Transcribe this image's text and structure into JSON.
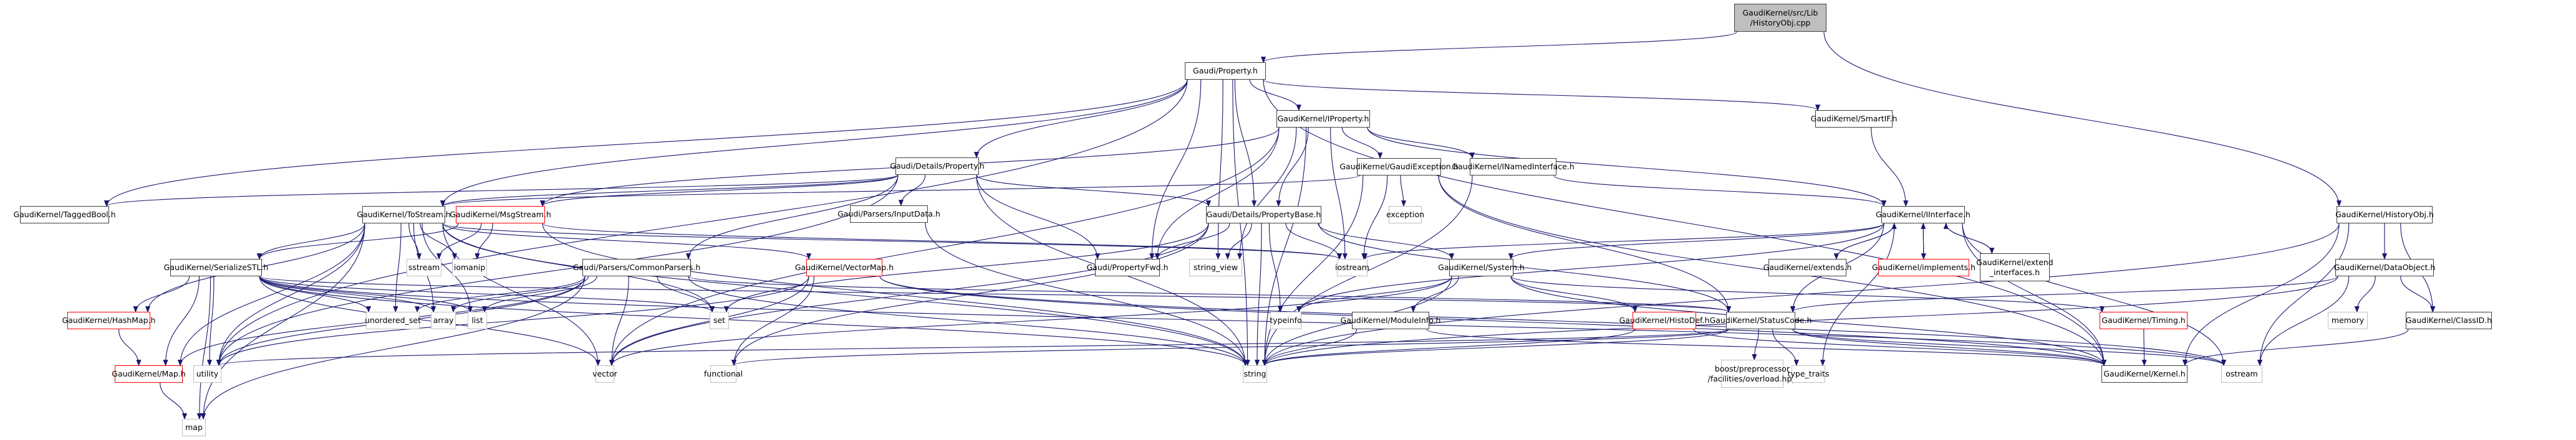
{
  "graph": {
    "title": "Include dependency graph for HistoryObj.cpp",
    "colors": {
      "edge": "#191970",
      "documented_border": "#404040",
      "system_border": "#bfbfbf",
      "truncated_border": "#ff0000",
      "root_fill": "#bfbfbf"
    },
    "nodes": [
      {
        "id": "root",
        "label": "GaudiKernel/src/Lib\n/HistoryObj.cpp",
        "kind": "root"
      },
      {
        "id": "property",
        "label": "Gaudi/Property.h",
        "kind": "doc"
      },
      {
        "id": "historyobj",
        "label": "GaudiKernel/HistoryObj.h",
        "kind": "doc"
      },
      {
        "id": "iproperty",
        "label": "GaudiKernel/IProperty.h",
        "kind": "doc"
      },
      {
        "id": "smartif",
        "label": "GaudiKernel/SmartIF.h",
        "kind": "doc"
      },
      {
        "id": "detprop",
        "label": "Gaudi/Details/Property.h",
        "kind": "doc"
      },
      {
        "id": "gaudiexc",
        "label": "GaudiKernel/GaudiException.h",
        "kind": "doc"
      },
      {
        "id": "inamed",
        "label": "GaudiKernel/INamedInterface.h",
        "kind": "doc"
      },
      {
        "id": "taggedbool",
        "label": "GaudiKernel/TaggedBool.h",
        "kind": "doc"
      },
      {
        "id": "tostream",
        "label": "GaudiKernel/ToStream.h",
        "kind": "doc"
      },
      {
        "id": "msgstream",
        "label": "GaudiKernel/MsgStream.h",
        "kind": "trunc"
      },
      {
        "id": "inputdata",
        "label": "Gaudi/Parsers/InputData.h",
        "kind": "doc"
      },
      {
        "id": "propbase",
        "label": "Gaudi/Details/PropertyBase.h",
        "kind": "doc"
      },
      {
        "id": "iinterface",
        "label": "GaudiKernel/IInterface.h",
        "kind": "doc"
      },
      {
        "id": "serializestl",
        "label": "GaudiKernel/SerializeSTL.h",
        "kind": "doc"
      },
      {
        "id": "sstream",
        "label": "sstream",
        "kind": "sys"
      },
      {
        "id": "iomanip",
        "label": "iomanip",
        "kind": "sys"
      },
      {
        "id": "commonparsers",
        "label": "Gaudi/Parsers/CommonParsers.h",
        "kind": "doc"
      },
      {
        "id": "vectormap",
        "label": "GaudiKernel/VectorMap.h",
        "kind": "trunc"
      },
      {
        "id": "propertyfwd",
        "label": "Gaudi/PropertyFwd.h",
        "kind": "doc"
      },
      {
        "id": "string_view",
        "label": "string_view",
        "kind": "sys"
      },
      {
        "id": "exception",
        "label": "exception",
        "kind": "sys"
      },
      {
        "id": "iostream",
        "label": "iostream",
        "kind": "sys"
      },
      {
        "id": "system",
        "label": "GaudiKernel/System.h",
        "kind": "doc"
      },
      {
        "id": "extends",
        "label": "GaudiKernel/extends.h",
        "kind": "doc"
      },
      {
        "id": "implements",
        "label": "GaudiKernel/implements.h",
        "kind": "trunc"
      },
      {
        "id": "extend_interfaces",
        "label": "GaudiKernel/extend\n_interfaces.h",
        "kind": "doc"
      },
      {
        "id": "dataobject",
        "label": "GaudiKernel/DataObject.h",
        "kind": "doc"
      },
      {
        "id": "hashmap",
        "label": "GaudiKernel/HashMap.h",
        "kind": "trunc"
      },
      {
        "id": "unordered_set",
        "label": "unordered_set",
        "kind": "sys"
      },
      {
        "id": "array",
        "label": "array",
        "kind": "sys"
      },
      {
        "id": "list",
        "label": "list",
        "kind": "sys"
      },
      {
        "id": "set",
        "label": "set",
        "kind": "sys"
      },
      {
        "id": "typeinfo",
        "label": "typeinfo",
        "kind": "sys"
      },
      {
        "id": "moduleinfo",
        "label": "GaudiKernel/ModuleInfo.h",
        "kind": "doc"
      },
      {
        "id": "histodef",
        "label": "GaudiKernel/HistoDef.h",
        "kind": "trunc"
      },
      {
        "id": "statuscode",
        "label": "GaudiKernel/StatusCode.h",
        "kind": "doc"
      },
      {
        "id": "timing",
        "label": "GaudiKernel/Timing.h",
        "kind": "trunc"
      },
      {
        "id": "memory",
        "label": "memory",
        "kind": "sys"
      },
      {
        "id": "classid",
        "label": "GaudiKernel/ClassID.h",
        "kind": "doc"
      },
      {
        "id": "map_h",
        "label": "GaudiKernel/Map.h",
        "kind": "trunc"
      },
      {
        "id": "utility",
        "label": "utility",
        "kind": "sys"
      },
      {
        "id": "vector",
        "label": "vector",
        "kind": "sys"
      },
      {
        "id": "functional",
        "label": "functional",
        "kind": "sys"
      },
      {
        "id": "string",
        "label": "string",
        "kind": "sys"
      },
      {
        "id": "boost_overload",
        "label": "boost/preprocessor\n/facilities/overload.hpp",
        "kind": "sys"
      },
      {
        "id": "type_traits",
        "label": "type_traits",
        "kind": "sys"
      },
      {
        "id": "kernel",
        "label": "GaudiKernel/Kernel.h",
        "kind": "doc"
      },
      {
        "id": "ostream",
        "label": "ostream",
        "kind": "sys"
      },
      {
        "id": "map",
        "label": "map",
        "kind": "sys"
      }
    ],
    "edges": [
      [
        "root",
        "property"
      ],
      [
        "root",
        "historyobj"
      ],
      [
        "property",
        "iproperty"
      ],
      [
        "property",
        "smartif"
      ],
      [
        "property",
        "detprop"
      ],
      [
        "property",
        "taggedbool"
      ],
      [
        "property",
        "tostream"
      ],
      [
        "property",
        "propbase"
      ],
      [
        "property",
        "propertyfwd"
      ],
      [
        "property",
        "string_view"
      ],
      [
        "property",
        "string"
      ],
      [
        "property",
        "utility"
      ],
      [
        "property",
        "kernel"
      ],
      [
        "iproperty",
        "gaudiexc"
      ],
      [
        "iproperty",
        "inamed"
      ],
      [
        "iproperty",
        "iinterface"
      ],
      [
        "iproperty",
        "propbase"
      ],
      [
        "iproperty",
        "propertyfwd"
      ],
      [
        "iproperty",
        "iostream"
      ],
      [
        "iproperty",
        "string"
      ],
      [
        "iproperty",
        "vector"
      ],
      [
        "iproperty",
        "msgstream"
      ],
      [
        "iproperty",
        "string_view"
      ],
      [
        "smartif",
        "iinterface"
      ],
      [
        "detprop",
        "tostream"
      ],
      [
        "detprop",
        "inputdata"
      ],
      [
        "detprop",
        "propbase"
      ],
      [
        "detprop",
        "propertyfwd"
      ],
      [
        "detprop",
        "commonparsers"
      ],
      [
        "detprop",
        "taggedbool"
      ],
      [
        "detprop",
        "msgstream"
      ],
      [
        "detprop",
        "string"
      ],
      [
        "detprop",
        "utility"
      ],
      [
        "gaudiexc",
        "exception"
      ],
      [
        "gaudiexc",
        "iostream"
      ],
      [
        "gaudiexc",
        "string"
      ],
      [
        "gaudiexc",
        "statuscode"
      ],
      [
        "gaudiexc",
        "tostream"
      ],
      [
        "gaudiexc",
        "kernel"
      ],
      [
        "inamed",
        "iinterface"
      ],
      [
        "inamed",
        "string"
      ],
      [
        "tostream",
        "serializestl"
      ],
      [
        "tostream",
        "sstream"
      ],
      [
        "tostream",
        "iomanip"
      ],
      [
        "tostream",
        "hashmap"
      ],
      [
        "tostream",
        "map_h"
      ],
      [
        "tostream",
        "vectormap"
      ],
      [
        "tostream",
        "unordered_set"
      ],
      [
        "tostream",
        "array"
      ],
      [
        "tostream",
        "list"
      ],
      [
        "tostream",
        "set"
      ],
      [
        "tostream",
        "map"
      ],
      [
        "tostream",
        "utility"
      ],
      [
        "tostream",
        "vector"
      ],
      [
        "tostream",
        "string"
      ],
      [
        "tostream",
        "iostream"
      ],
      [
        "msgstream",
        "sstream"
      ],
      [
        "msgstream",
        "iomanip"
      ],
      [
        "msgstream",
        "string"
      ],
      [
        "msgstream",
        "iostream"
      ],
      [
        "msgstream",
        "serializestl"
      ],
      [
        "inputdata",
        "string"
      ],
      [
        "propbase",
        "propertyfwd"
      ],
      [
        "propbase",
        "string_view"
      ],
      [
        "propbase",
        "iostream"
      ],
      [
        "propbase",
        "system"
      ],
      [
        "propbase",
        "string"
      ],
      [
        "propbase",
        "typeinfo"
      ],
      [
        "propbase",
        "functional"
      ],
      [
        "propbase",
        "statuscode"
      ],
      [
        "propbase",
        "vector"
      ],
      [
        "propbase",
        "set"
      ],
      [
        "iinterface",
        "extends"
      ],
      [
        "iinterface",
        "implements"
      ],
      [
        "iinterface",
        "extend_interfaces"
      ],
      [
        "iinterface",
        "system"
      ],
      [
        "iinterface",
        "statuscode"
      ],
      [
        "iinterface",
        "kernel"
      ],
      [
        "iinterface",
        "ostream"
      ],
      [
        "iinterface",
        "type_traits"
      ],
      [
        "iinterface",
        "typeinfo"
      ],
      [
        "iinterface",
        "iostream"
      ],
      [
        "extends",
        "iinterface"
      ],
      [
        "implements",
        "iinterface"
      ],
      [
        "extend_interfaces",
        "iinterface"
      ],
      [
        "serializestl",
        "hashmap"
      ],
      [
        "serializestl",
        "map_h"
      ],
      [
        "serializestl",
        "unordered_set"
      ],
      [
        "serializestl",
        "array"
      ],
      [
        "serializestl",
        "list"
      ],
      [
        "serializestl",
        "set"
      ],
      [
        "serializestl",
        "utility"
      ],
      [
        "serializestl",
        "map"
      ],
      [
        "serializestl",
        "vector"
      ],
      [
        "serializestl",
        "string"
      ],
      [
        "serializestl",
        "ostream"
      ],
      [
        "serializestl",
        "statuscode"
      ],
      [
        "commonparsers",
        "set"
      ],
      [
        "commonparsers",
        "list"
      ],
      [
        "commonparsers",
        "array"
      ],
      [
        "commonparsers",
        "unordered_set"
      ],
      [
        "commonparsers",
        "map"
      ],
      [
        "commonparsers",
        "vector"
      ],
      [
        "commonparsers",
        "string"
      ],
      [
        "commonparsers",
        "utility"
      ],
      [
        "commonparsers",
        "statuscode"
      ],
      [
        "commonparsers",
        "map_h"
      ],
      [
        "vectormap",
        "vector"
      ],
      [
        "vectormap",
        "utility"
      ],
      [
        "vectormap",
        "functional"
      ],
      [
        "vectormap",
        "ostream"
      ],
      [
        "vectormap",
        "kernel"
      ],
      [
        "system",
        "moduleinfo"
      ],
      [
        "system",
        "typeinfo"
      ],
      [
        "system",
        "string"
      ],
      [
        "system",
        "vector"
      ],
      [
        "system",
        "kernel"
      ],
      [
        "system",
        "timing"
      ],
      [
        "system",
        "histodef"
      ],
      [
        "moduleinfo",
        "string"
      ],
      [
        "moduleinfo",
        "kernel"
      ],
      [
        "histodef",
        "string"
      ],
      [
        "histodef",
        "kernel"
      ],
      [
        "statuscode",
        "boost_overload"
      ],
      [
        "statuscode",
        "type_traits"
      ],
      [
        "statuscode",
        "kernel"
      ],
      [
        "statuscode",
        "ostream"
      ],
      [
        "statuscode",
        "utility"
      ],
      [
        "statuscode",
        "functional"
      ],
      [
        "statuscode",
        "string"
      ],
      [
        "timing",
        "kernel"
      ],
      [
        "historyobj",
        "dataobject"
      ],
      [
        "historyobj",
        "classid"
      ],
      [
        "historyobj",
        "ostream"
      ],
      [
        "historyobj",
        "kernel"
      ],
      [
        "historyobj",
        "string"
      ],
      [
        "dataobject",
        "memory"
      ],
      [
        "dataobject",
        "classid"
      ],
      [
        "dataobject",
        "ostream"
      ],
      [
        "dataobject",
        "statuscode"
      ],
      [
        "dataobject",
        "string"
      ],
      [
        "classid",
        "kernel"
      ],
      [
        "hashmap",
        "map_h"
      ],
      [
        "map_h",
        "map"
      ]
    ]
  }
}
